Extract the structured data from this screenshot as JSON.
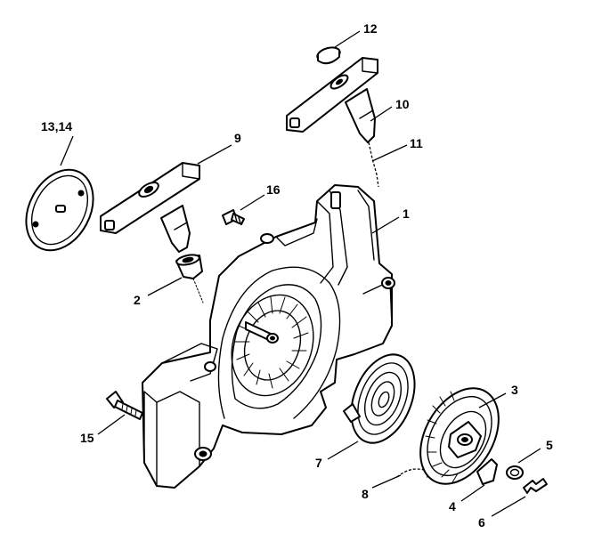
{
  "callouts": {
    "c1": "1",
    "c2": "2",
    "c3": "3",
    "c4": "4",
    "c5": "5",
    "c6": "6",
    "c7": "7",
    "c8": "8",
    "c9": "9",
    "c10": "10",
    "c11": "11",
    "c12": "12",
    "c13_14": "13,14",
    "c15": "15",
    "c16": "16"
  }
}
